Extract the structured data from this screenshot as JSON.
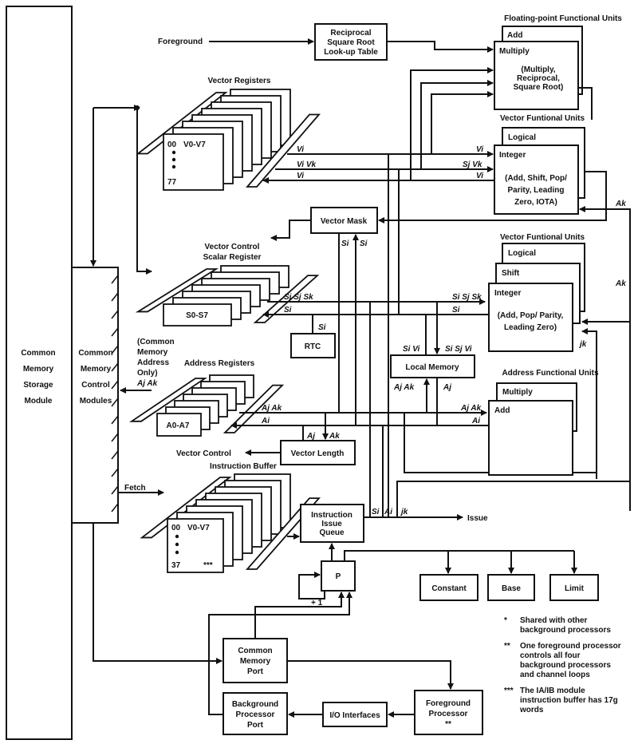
{
  "memory": {
    "storage": [
      "Common",
      "Memory",
      "Storage",
      "Module"
    ],
    "control": [
      "Common",
      "Memory",
      "Control",
      "Modules"
    ]
  },
  "foreground_label": "Foreground",
  "reciprocal": [
    "Reciprocal",
    "Square Root",
    "Look-up Table"
  ],
  "fp_units": {
    "title": "Floating-point Functional Units",
    "add": "Add",
    "multiply": "Multiply",
    "desc": [
      "(Multiply,",
      "Reciprocal,",
      "Square Root)"
    ]
  },
  "vector_registers": {
    "title": "Vector Registers",
    "first": "00",
    "name": "V0-V7",
    "last": "77"
  },
  "vfu1": {
    "title": "Vector Funtional Units",
    "logical": "Logical",
    "integer": "Integer",
    "desc": [
      "(Add, Shift, Pop/",
      "Parity, Leading",
      "Zero, IOTA)"
    ]
  },
  "vfu2": {
    "title": "Vector Funtional Units",
    "logical": "Logical",
    "shift": "Shift",
    "integer": "Integer",
    "desc": [
      "(Add, Pop/ Parity,",
      "Leading Zero)"
    ]
  },
  "afu": {
    "title": "Address Functional Units",
    "multiply": "Multiply",
    "add": "Add"
  },
  "vector_mask": "Vector Mask",
  "vector_control_scalar": [
    "Vector Control",
    "Scalar Register"
  ],
  "scalar_registers": "S0-S7",
  "rtc": "RTC",
  "local_memory": "Local Memory",
  "address_registers": {
    "title": "Address Registers",
    "name": "A0-A7",
    "note": [
      "(Common",
      "Memory",
      "Address",
      "Only)"
    ],
    "out": "Aj Ak"
  },
  "vector_length": "Vector Length",
  "vector_control": "Vector Control",
  "instruction_buffer": {
    "title": "Instruction Buffer",
    "first": "00",
    "name": "V0-V7",
    "last": "37",
    "mark": "***"
  },
  "fetch": "Fetch",
  "iiq": [
    "Instruction",
    "Issue",
    "Queue"
  ],
  "issue": "Issue",
  "p": "P",
  "plus_one": "+ 1",
  "constant": "Constant",
  "base": "Base",
  "limit": "Limit",
  "cm_port": [
    "Common",
    "Memory",
    "Port"
  ],
  "bp_port": [
    "Background",
    "Processor",
    "Port"
  ],
  "io": "I/O Interfaces",
  "fg_proc": [
    "Foreground",
    "Processor",
    "**"
  ],
  "bus_labels": {
    "vi1": "Vi",
    "vivk": "Vi Vk",
    "vi2": "Vi",
    "vi_r": "Vi",
    "sjvk_r": "Sj Vk",
    "vi2_r": "Vi",
    "ak1": "Ak",
    "ak2": "Ak",
    "jk": "jk",
    "sisjsk": "Si Sj Sk",
    "si": "Si",
    "sisjsk_r": "Si Sj Sk",
    "si_r": "Si",
    "mask_si1": "Si",
    "mask_si2": "Si",
    "rtc_si": "Si",
    "lm_sivi": "Si Vi",
    "lm_sisjvi": "Si Sj Vi",
    "lm_ajak": "Aj Ak",
    "lm_aj": "Aj",
    "ajak": "Aj Ak",
    "ai": "Ai",
    "ajak_r": "Aj Ak",
    "ai_r": "Ai",
    "vl_aj": "Aj",
    "vl_ak": "Ak",
    "iq_si": "Si",
    "iq_ai": "Ai",
    "iq_jk": "jk"
  },
  "notes": [
    {
      "mark": "*",
      "lines": [
        "Shared with other",
        "background processors"
      ]
    },
    {
      "mark": "**",
      "lines": [
        "One foreground processor",
        "controls all four",
        "background processors",
        "and channel loops"
      ]
    },
    {
      "mark": "***",
      "lines": [
        "The IA/IB module",
        "instruction buffer has 17g",
        "words"
      ]
    }
  ]
}
